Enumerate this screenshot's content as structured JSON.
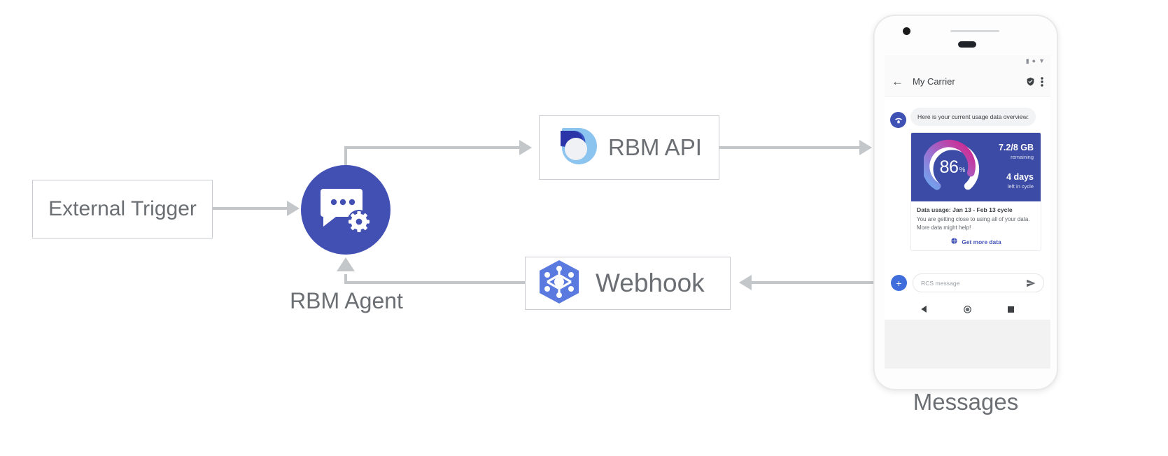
{
  "diagram": {
    "nodes": {
      "external_trigger": {
        "label": "External Trigger"
      },
      "rbm_agent": {
        "label": "RBM Agent",
        "icon": "chat-gear-icon"
      },
      "rbm_api": {
        "label": "RBM API",
        "icon": "rbm-api-icon"
      },
      "webhook": {
        "label": "Webhook",
        "icon": "webhook-hexagon-icon"
      },
      "messages": {
        "label": "Messages"
      }
    },
    "colors": {
      "agent_blue": "#4250b4",
      "connector_gray": "#c4c7ca",
      "box_border": "#c9cdd1",
      "card_hero": "#3c4ba6",
      "accent_blue": "#3f51b5",
      "gauge_pink": "#d6218a",
      "gauge_light_blue": "#6ea8f0"
    }
  },
  "phone": {
    "status_bar": {
      "icons": [
        "signal-icon",
        "dot-icon",
        "battery-icon"
      ]
    },
    "app_bar": {
      "back_icon": "back-arrow-icon",
      "title": "My Carrier",
      "verified_icon": "verified-shield-icon",
      "overflow_icon": "more-vert-icon"
    },
    "conversation": {
      "avatar_icon": "carrier-wifi-avatar-icon",
      "bubble_text": "Here is your current usage data overview:",
      "rich_card": {
        "gauge": {
          "value": "86",
          "unit": "%",
          "percent": 86
        },
        "stats": [
          {
            "value": "7.2/8 GB",
            "caption": "remaining"
          },
          {
            "value": "4 days",
            "caption": "left in cycle"
          }
        ],
        "title": "Data usage: Jan 13 - Feb 13 cycle",
        "description": "You are getting close to using all of your data. More data might help!",
        "action": {
          "icon": "globe-icon",
          "label": "Get more data"
        }
      }
    },
    "composer": {
      "plus_icon": "plus-icon",
      "placeholder": "RCS message",
      "send_icon": "send-icon"
    },
    "nav_bar": {
      "back_icon": "nav-back-triangle-icon",
      "home_icon": "nav-home-circle-icon",
      "recents_icon": "nav-recents-square-icon"
    }
  }
}
